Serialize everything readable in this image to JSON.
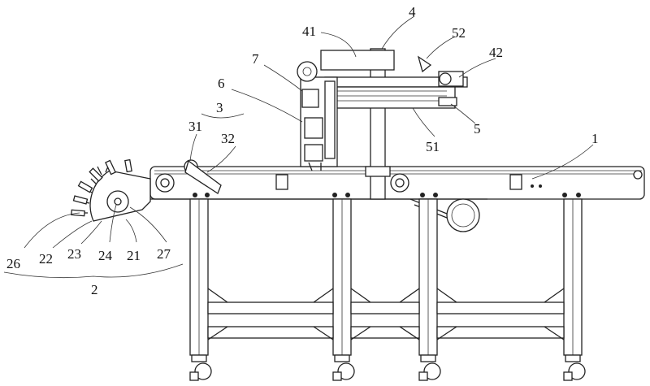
{
  "figure": {
    "labels": {
      "l1": "1",
      "l2": "2",
      "l3": "3",
      "l4": "4",
      "l5": "5",
      "l6": "6",
      "l7": "7",
      "l21": "21",
      "l22": "22",
      "l23": "23",
      "l24": "24",
      "l26": "26",
      "l27": "27",
      "l31": "31",
      "l32": "32",
      "l41": "41",
      "l42": "42",
      "l51": "51",
      "l52": "52"
    }
  }
}
